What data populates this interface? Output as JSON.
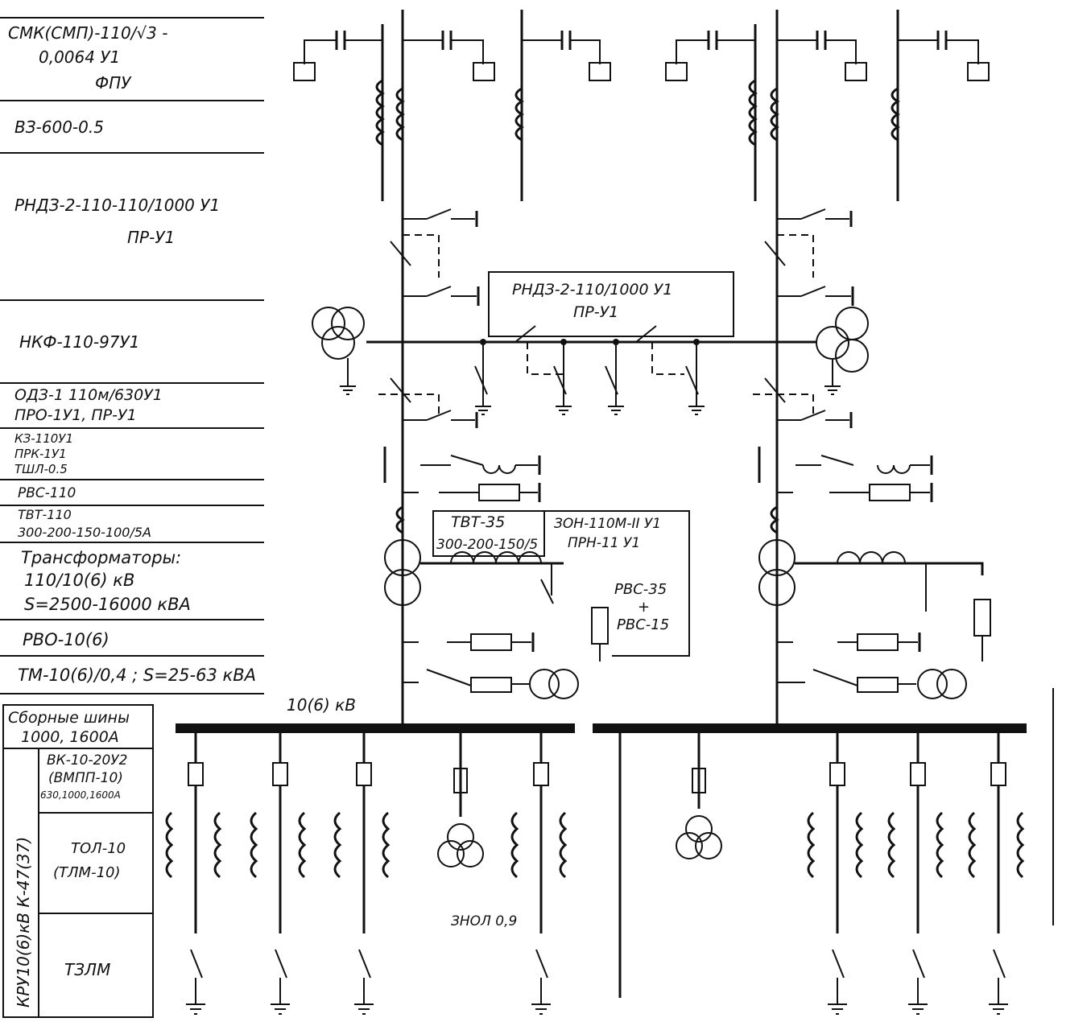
{
  "legend": {
    "rows": [
      {
        "id": "smk",
        "lines": [
          "СМК(СМП)-110/√3 -",
          "0,0064 У1",
          "ФПУ"
        ]
      },
      {
        "id": "vz",
        "lines": [
          "ВЗ-600-0.5"
        ]
      },
      {
        "id": "rndz",
        "lines": [
          "РНДЗ-2-110-110/1000 У1",
          "ПР-У1"
        ]
      },
      {
        "id": "nkf",
        "lines": [
          "НКФ-110-97У1"
        ]
      },
      {
        "id": "odz",
        "lines": [
          "ОДЗ-1 110м/630У1",
          "ПРО-1У1, ПР-У1"
        ]
      },
      {
        "id": "kz",
        "lines": [
          "КЗ-110У1",
          "ПРК-1У1",
          "ТШЛ-0.5"
        ]
      },
      {
        "id": "rvs",
        "lines": [
          "РВС-110"
        ]
      },
      {
        "id": "tvt",
        "lines": [
          "ТВТ-110",
          "300-200-150-100/5А"
        ]
      },
      {
        "id": "trans",
        "lines": [
          "Трансформаторы:",
          "110/10(6) кВ",
          "S=2500-16000 кВА"
        ]
      },
      {
        "id": "rvo",
        "lines": [
          "РВО-10(6)"
        ]
      },
      {
        "id": "tm",
        "lines": [
          "ТМ-10(6)/0,4 ; S=25-63 кВА"
        ]
      },
      {
        "id": "bus",
        "lines": [
          "Сборные шины",
          "1000, 1600А"
        ]
      },
      {
        "id": "vk",
        "lines": [
          "ВК-10-20У2",
          "(ВМПП-10)",
          "630,1000,1600А"
        ]
      },
      {
        "id": "tol",
        "lines": [
          "ТОЛ-10",
          "(ТЛМ-10)"
        ]
      },
      {
        "id": "tzlm",
        "lines": [
          "ТЗЛМ"
        ]
      }
    ],
    "kru_label": "КРУ10(6)кВ К-47(37)"
  },
  "annotations": {
    "bridge": [
      "РНДЗ-2-110/1000 У1",
      "ПР-У1"
    ],
    "tvt35": [
      "ТВТ-35",
      "300-200-150/5"
    ],
    "zon": [
      "ЗОН-110М-II У1",
      "ПРН-11 У1"
    ],
    "rvs35": [
      "РВС-35",
      "+",
      "РВС-15"
    ],
    "voltage": "10(6) кВ",
    "znol": "ЗНОЛ 0,9"
  }
}
